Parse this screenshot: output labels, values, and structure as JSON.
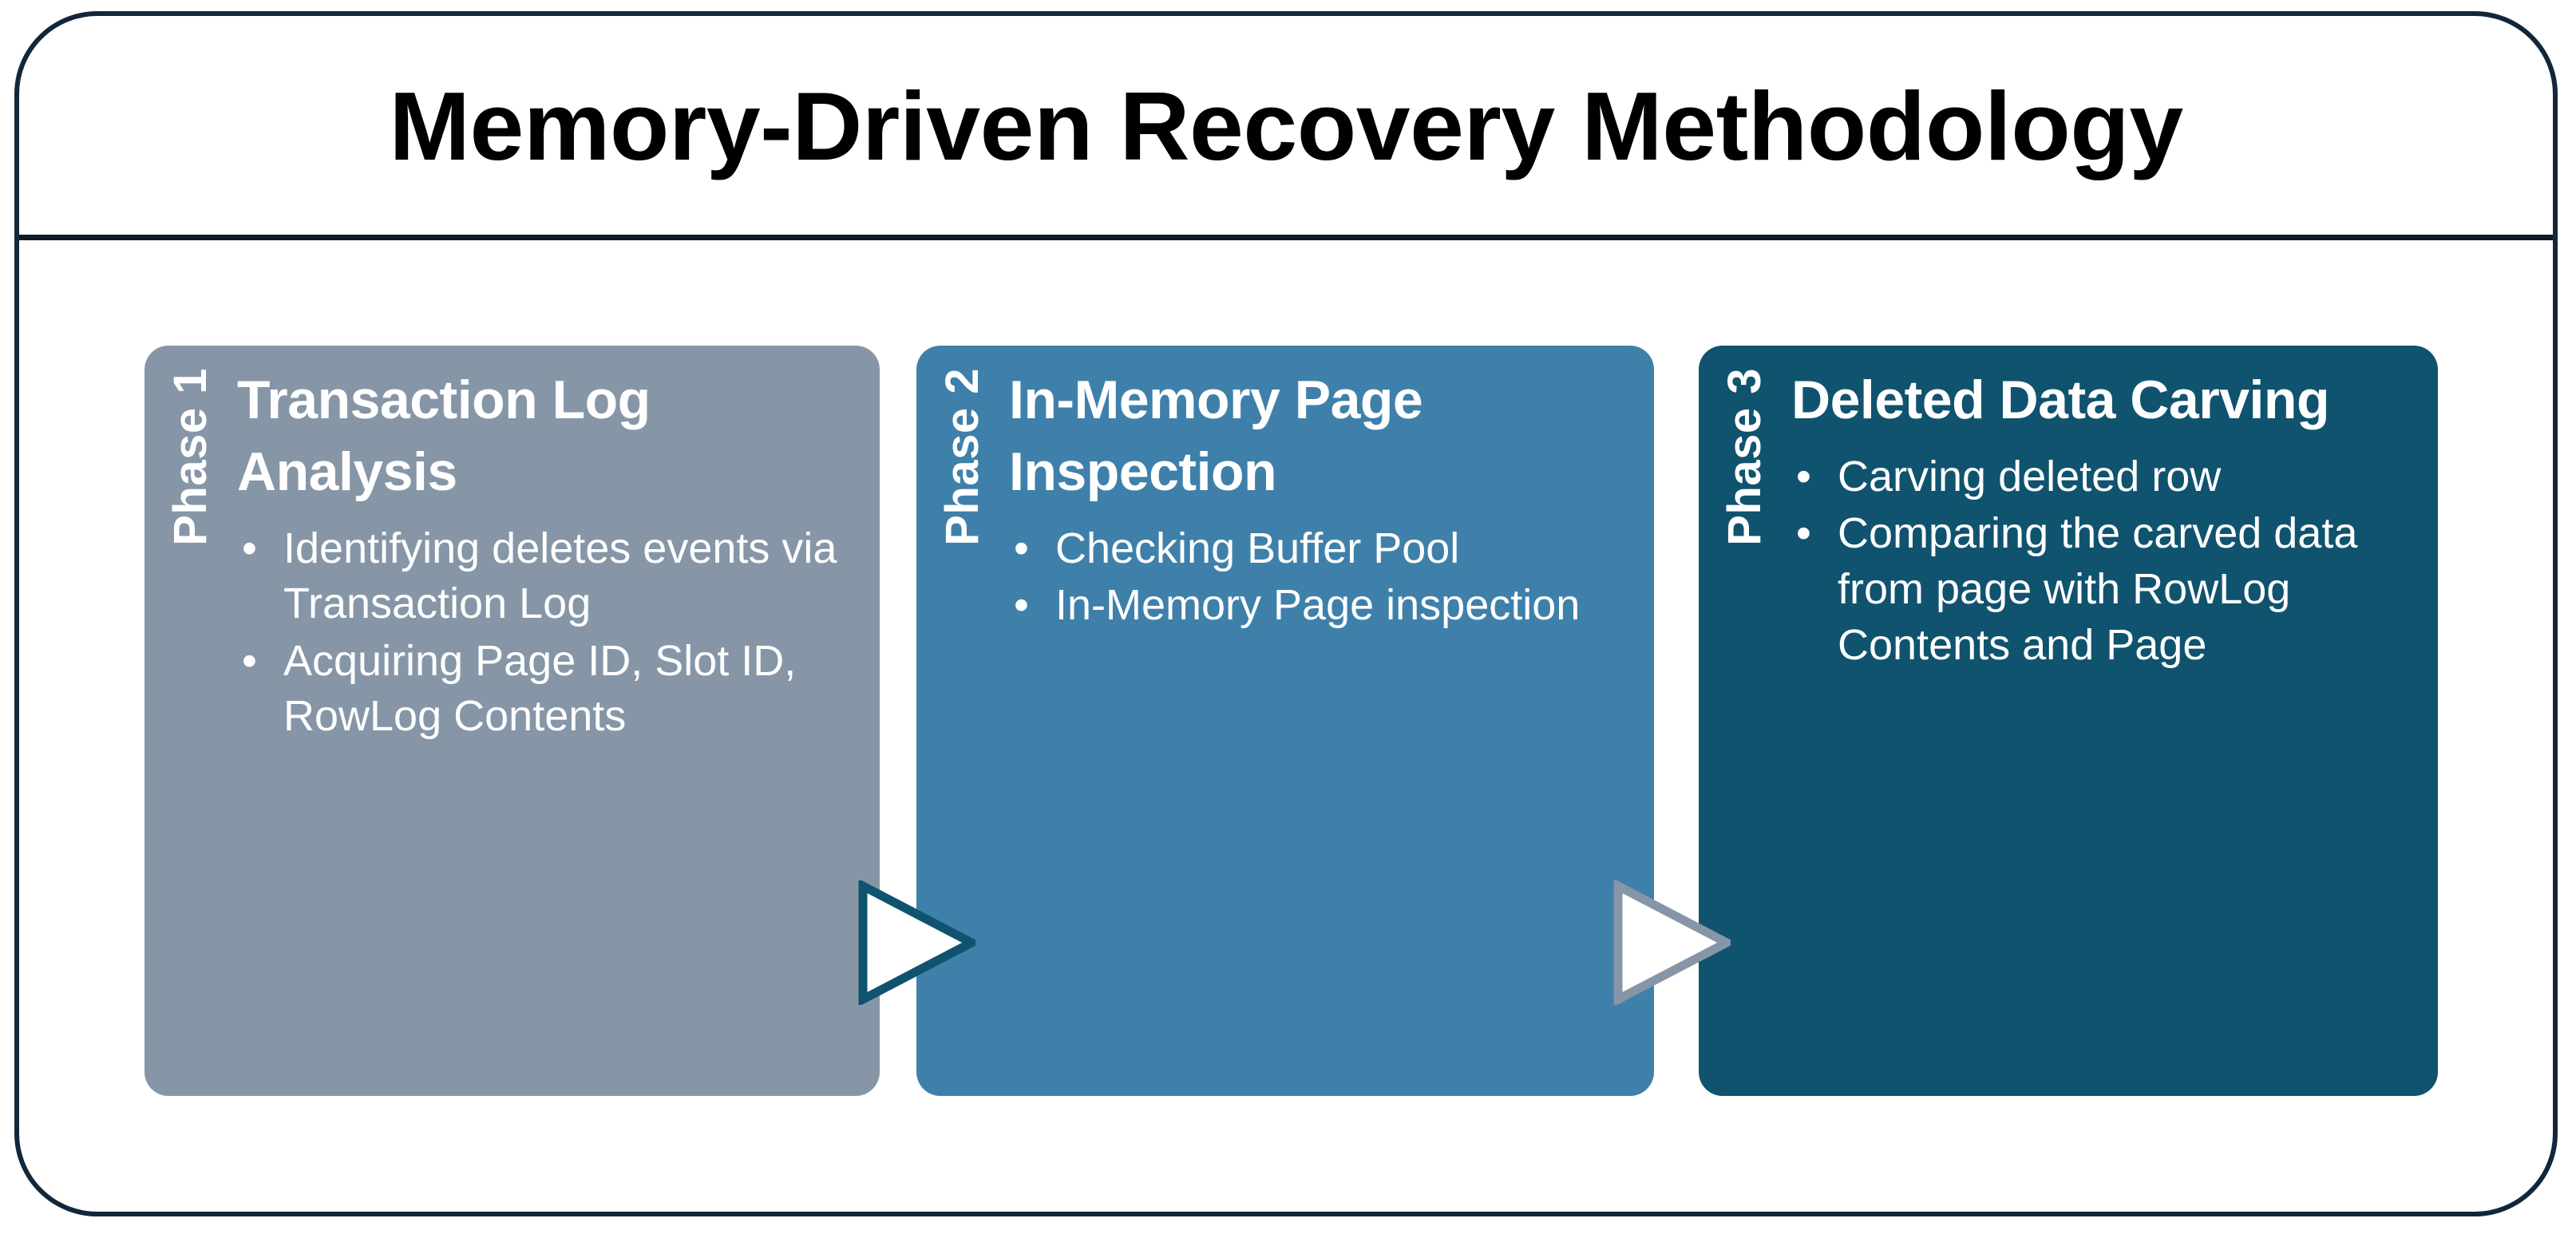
{
  "diagram": {
    "title": "Memory-Driven Recovery Methodology",
    "colors": {
      "frame_border": "#12273a",
      "title_rule": "#0d1b26",
      "phase1_bg": "#8696a7",
      "phase2_bg": "#3f80aa",
      "phase3_bg": "#10536f",
      "arrow1_stroke": "#10536f",
      "arrow2_stroke": "#8696a7",
      "arrow_fill": "#ffffff",
      "text_on_phase": "#ffffff",
      "title_text": "#000000"
    },
    "phases": [
      {
        "tab_label": "Phase 1",
        "heading": "Transaction Log Analysis",
        "bullet_glyph": "•",
        "bullets": [
          "Identifying deletes events via Transaction Log",
          "Acquiring Page ID, Slot ID, RowLog Contents"
        ]
      },
      {
        "tab_label": "Phase 2",
        "heading": "In-Memory Page Inspection",
        "bullet_glyph": "•",
        "bullets": [
          "Checking Buffer Pool",
          "In-Memory Page inspection"
        ]
      },
      {
        "tab_label": "Phase 3",
        "heading": "Deleted Data Carving",
        "bullet_glyph": "•",
        "bullets": [
          "Carving deleted row",
          "Comparing the carved data from page with RowLog Contents and Page"
        ]
      }
    ],
    "connectors": [
      {
        "name": "arrow-phase1-to-phase2",
        "icon": "chevron-right-icon"
      },
      {
        "name": "arrow-phase2-to-phase3",
        "icon": "chevron-right-icon"
      }
    ]
  }
}
